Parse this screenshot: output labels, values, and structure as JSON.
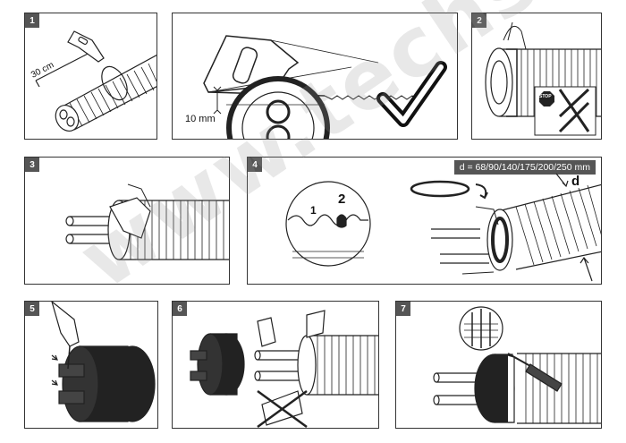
{
  "steps": [
    {
      "number": "1"
    },
    {
      "number": "",
      "check": true
    },
    {
      "number": "2"
    },
    {
      "number": "3"
    },
    {
      "number": "4"
    },
    {
      "number": "5"
    },
    {
      "number": "6"
    },
    {
      "number": "7"
    }
  ],
  "labels": {
    "length": "30 cm",
    "depth": "10 mm",
    "stop": "STOP",
    "diameters": "d = 68/90/140/175/200/250 mm",
    "d_label": "d",
    "corrugation_1": "1",
    "corrugation_2": "2"
  },
  "watermark": "www.techst.ru",
  "colors": {
    "line": "#222222",
    "badge": "#555555",
    "watermark": "#9a9a9a"
  }
}
